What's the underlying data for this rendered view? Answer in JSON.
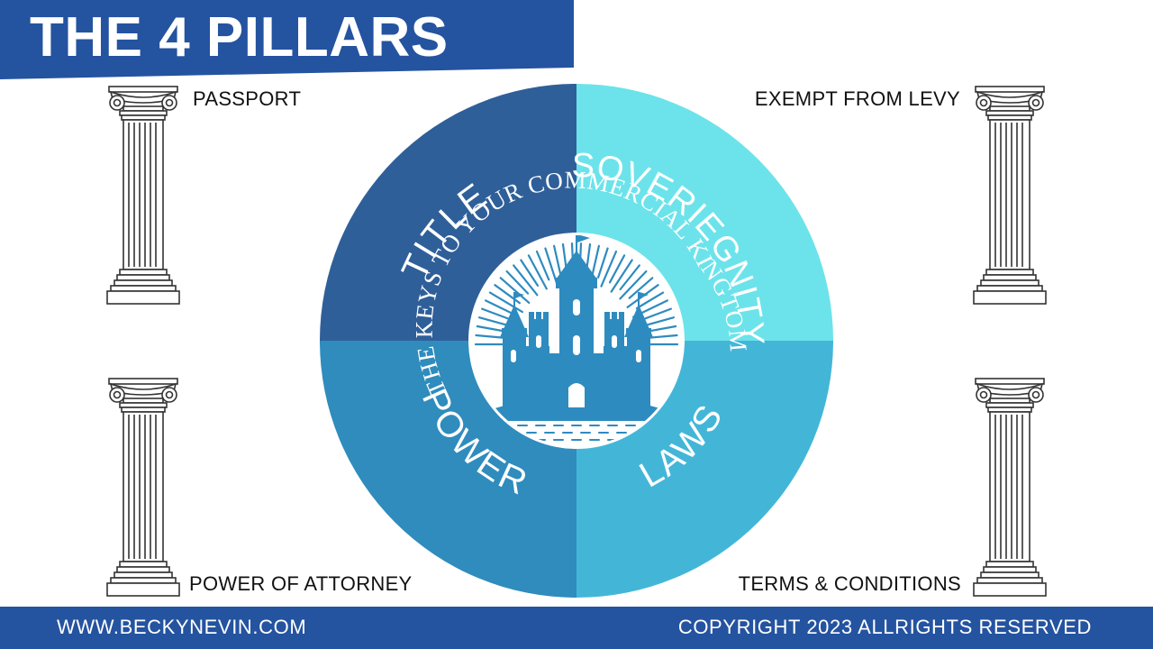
{
  "header": {
    "title": "THE 4 PILLARS"
  },
  "pillars": {
    "top_left": "PASSPORT",
    "top_right": "EXEMPT FROM LEVY",
    "bottom_left": "POWER OF ATTORNEY",
    "bottom_right": "TERMS & CONDITIONS"
  },
  "circle": {
    "quadrants": {
      "top_left": "TITLE",
      "top_right": "SOVERIEGNITY",
      "bottom_left": "POWER",
      "bottom_right": "LAWS"
    },
    "ring_text": "THE KEYS TO YOUR COMMERCIAL KINGTOM",
    "colors": {
      "top_left": "#2f5f99",
      "top_right": "#6ce3ea",
      "bottom_left": "#2f8cbd",
      "bottom_right": "#43b6d8",
      "castle": "#2e8bbf"
    }
  },
  "footer": {
    "website": "WWW.BECKYNEVIN.COM",
    "copyright": "COPYRIGHT 2023 ALLRIGHTS RESERVED"
  },
  "icons": {
    "pillar": "ionic-column-icon",
    "castle": "castle-icon"
  }
}
